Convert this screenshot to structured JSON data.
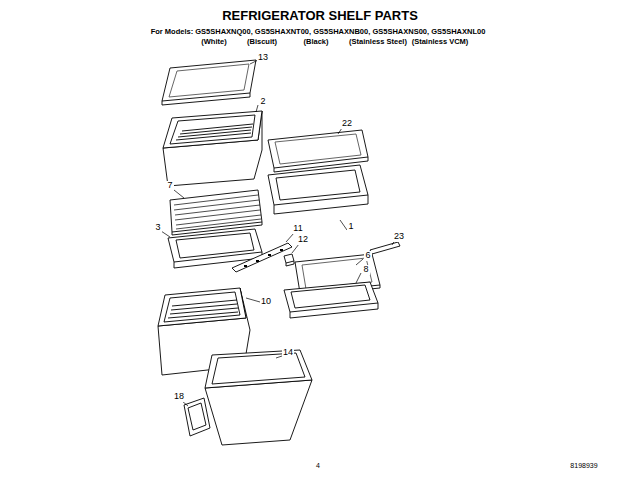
{
  "diagram": {
    "title": "REFRIGERATOR SHELF PARTS",
    "labels": [
      "For Models: GS5SHAXNQ00, GS5SHAXNT00, GS5SHAXNB00, GS5SHAXNS00, GS5SHAXNL00",
      "(White)",
      "(Biscuit)",
      "(Black)",
      "(Stainless Steel)",
      "(Stainless VCM)",
      "13",
      "2",
      "22",
      "7",
      "3",
      "1",
      "11",
      "12",
      "23",
      "6",
      "8",
      "10",
      "14",
      "18",
      "4",
      "8198939"
    ]
  }
}
